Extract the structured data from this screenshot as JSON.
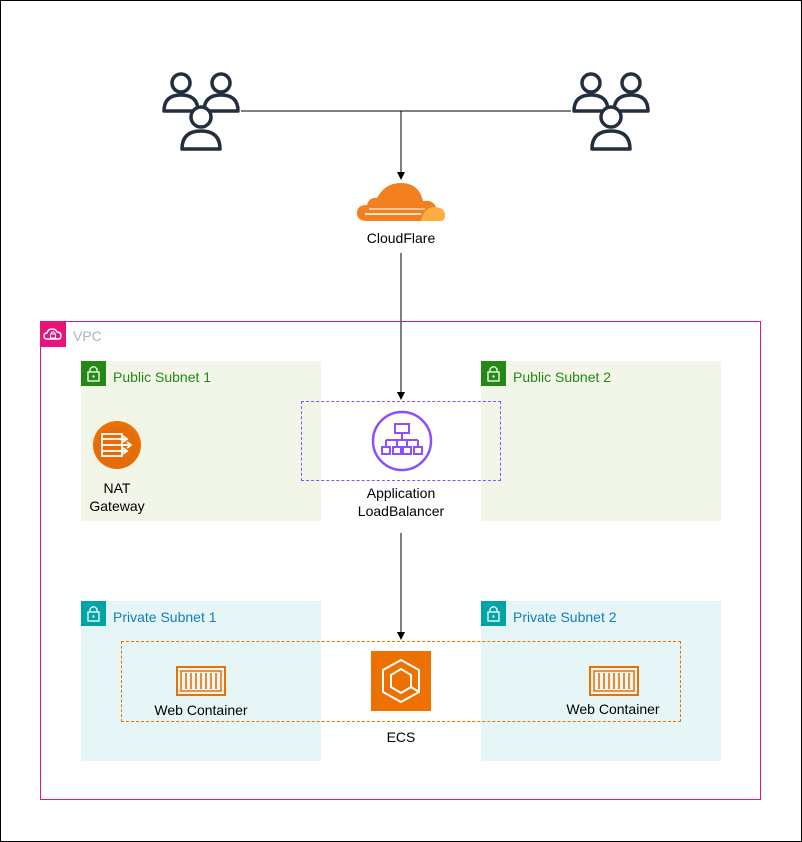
{
  "cloudflare": {
    "label": "CloudFlare"
  },
  "vpc": {
    "label": "VPC"
  },
  "subnets": {
    "public_1": "Public Subnet 1",
    "public_2": "Public Subnet 2",
    "private_1": "Private Subnet 1",
    "private_2": "Private Subnet 2"
  },
  "nat_gateway": {
    "line1": "NAT",
    "line2": "Gateway"
  },
  "load_balancer": {
    "line1": "Application",
    "line2": "LoadBalancer"
  },
  "ecs": {
    "label": "ECS"
  },
  "containers": {
    "left": "Web Container",
    "right": "Web Container"
  },
  "colors": {
    "vpc": "#e7157b",
    "public_subnet": "#248814",
    "private_subnet": "#147eba",
    "cloudflare": "#f38020",
    "alb": "#8c4fff",
    "ecs": "#ed7100"
  },
  "icons": {
    "users": "users-icon",
    "cloudflare": "cloudflare-cloud-icon",
    "nat": "nat-gateway-icon",
    "alb": "load-balancer-icon",
    "ecs": "ecs-icon",
    "container": "container-icon",
    "lock": "lock-icon"
  }
}
